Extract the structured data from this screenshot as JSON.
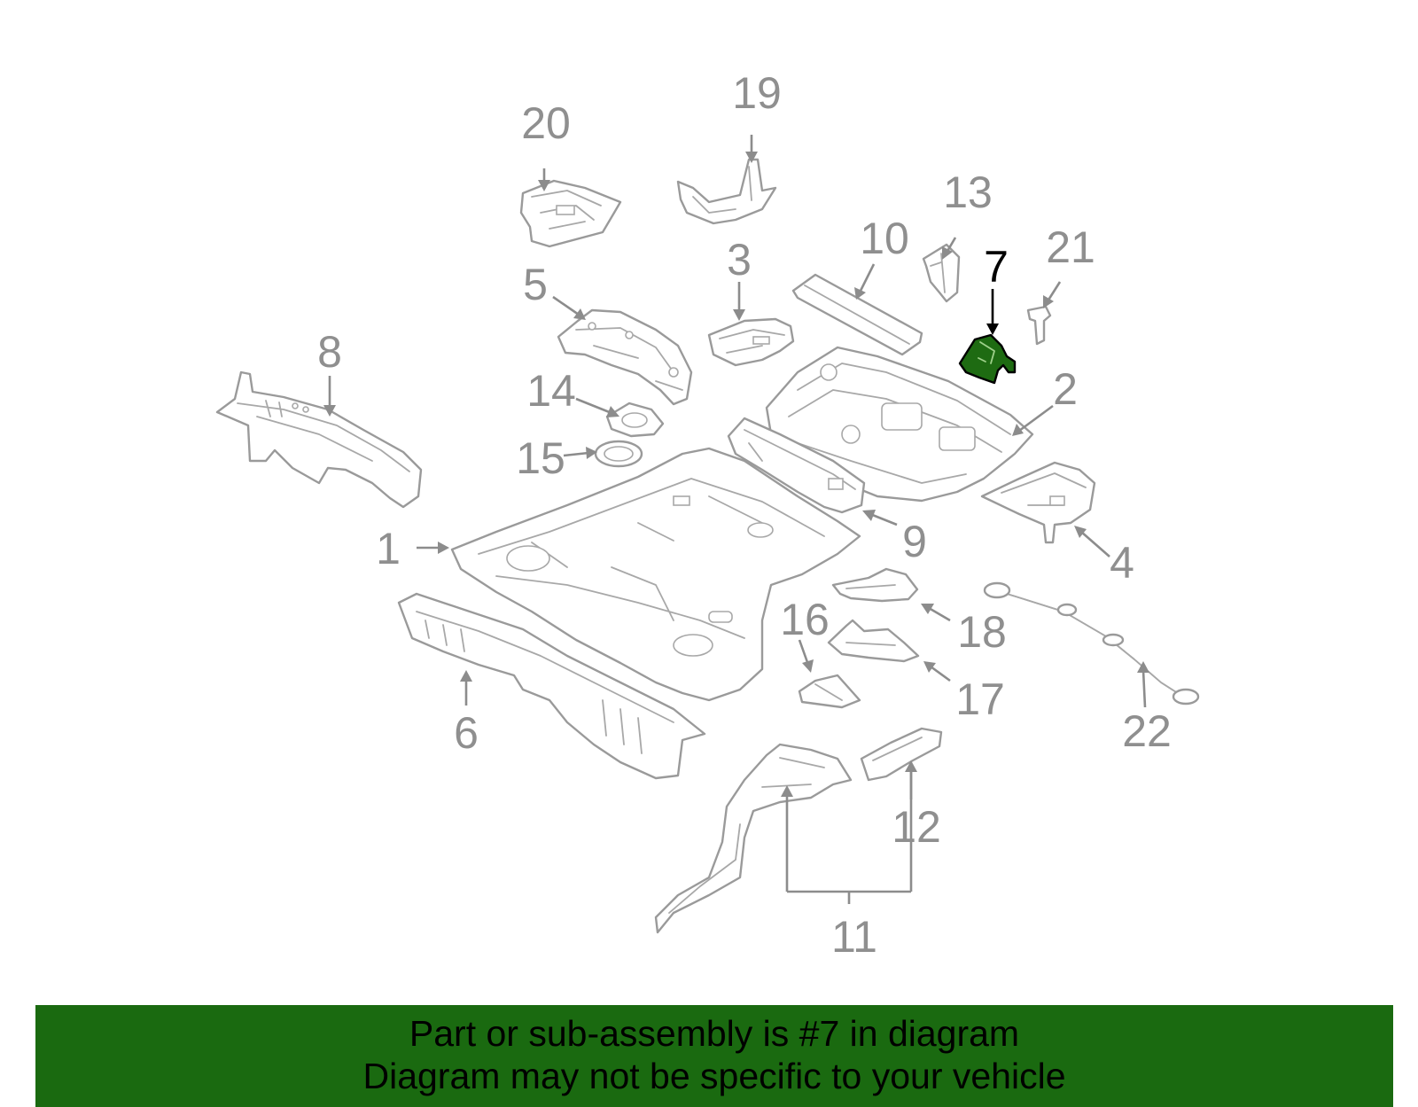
{
  "callouts": [
    {
      "id": "1",
      "label": "1"
    },
    {
      "id": "2",
      "label": "2"
    },
    {
      "id": "3",
      "label": "3"
    },
    {
      "id": "4",
      "label": "4"
    },
    {
      "id": "5",
      "label": "5"
    },
    {
      "id": "6",
      "label": "6"
    },
    {
      "id": "7",
      "label": "7"
    },
    {
      "id": "8",
      "label": "8"
    },
    {
      "id": "9",
      "label": "9"
    },
    {
      "id": "10",
      "label": "10"
    },
    {
      "id": "11",
      "label": "11"
    },
    {
      "id": "12",
      "label": "12"
    },
    {
      "id": "13",
      "label": "13"
    },
    {
      "id": "14",
      "label": "14"
    },
    {
      "id": "15",
      "label": "15"
    },
    {
      "id": "16",
      "label": "16"
    },
    {
      "id": "17",
      "label": "17"
    },
    {
      "id": "18",
      "label": "18"
    },
    {
      "id": "19",
      "label": "19"
    },
    {
      "id": "20",
      "label": "20"
    },
    {
      "id": "21",
      "label": "21"
    },
    {
      "id": "22",
      "label": "22"
    }
  ],
  "highlighted_part": "7",
  "colors": {
    "banner_background": "#1a6a10",
    "highlight_fill": "#1e6b12",
    "line_art": "#9a9a9a",
    "callout_text": "#8f8f8f"
  },
  "banner": {
    "line1": "Part or sub-assembly is #7 in diagram",
    "line2": "Diagram may not be specific to your vehicle"
  }
}
